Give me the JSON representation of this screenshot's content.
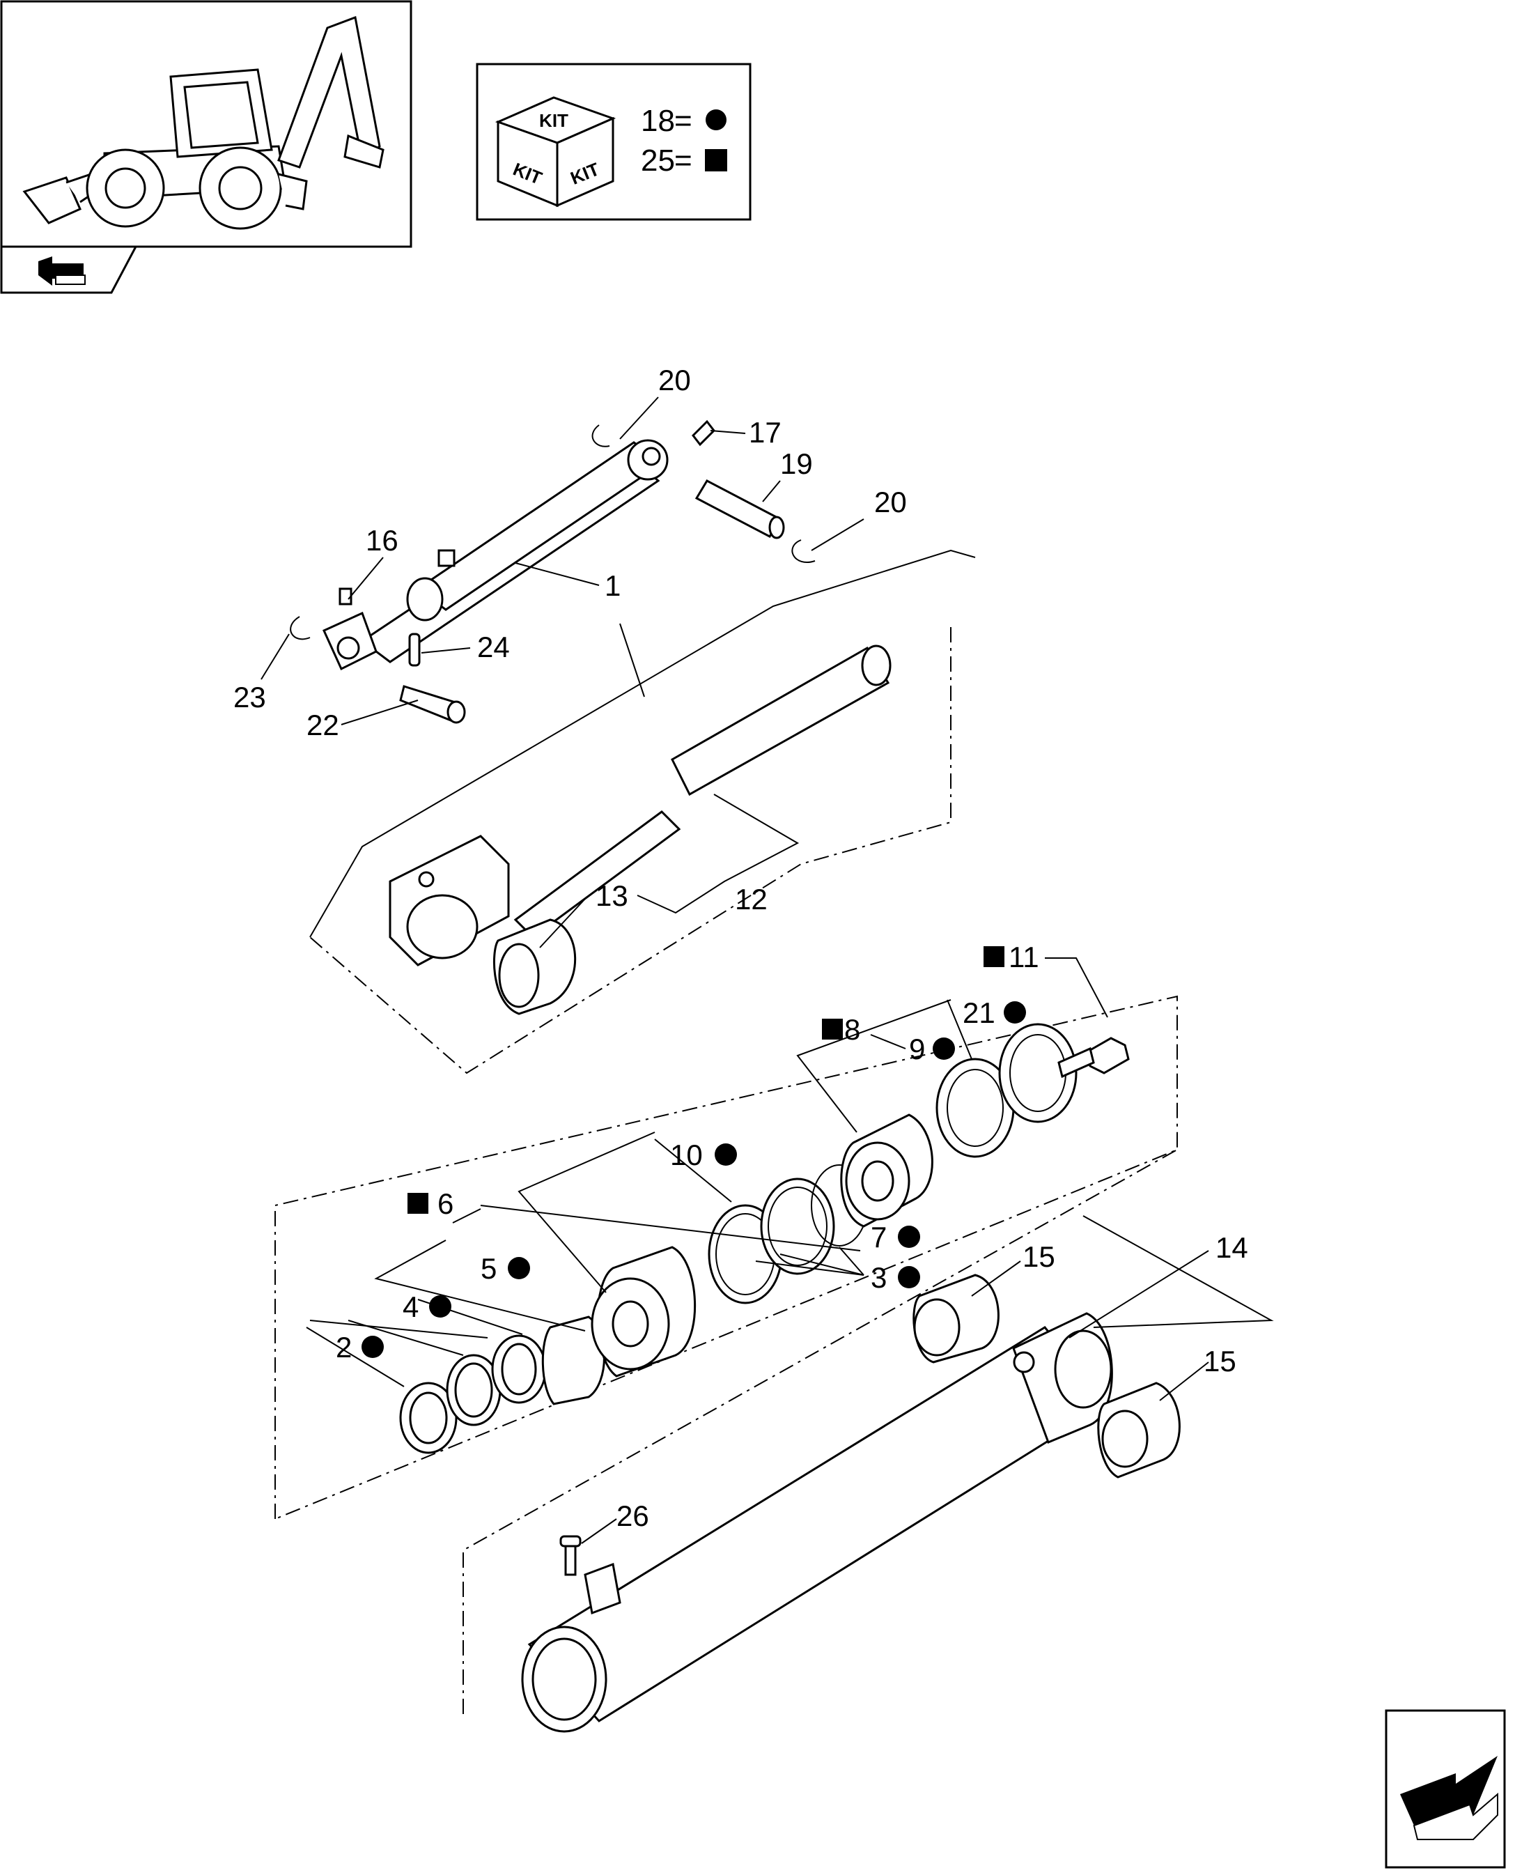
{
  "kit_legend": {
    "kit_box_label": "KIT",
    "kit_side_left": "KIT",
    "kit_side_right": "KIT",
    "entries": [
      {
        "number": "18",
        "symbol": "circle"
      },
      {
        "number": "25",
        "symbol": "square"
      }
    ]
  },
  "callouts": {
    "p1": "1",
    "p2": "2",
    "p3": "3",
    "p4": "4",
    "p5": "5",
    "p6": "6",
    "p7": "7",
    "p8": "8",
    "p9": "9",
    "p10": "10",
    "p11": "11",
    "p12": "12",
    "p13": "13",
    "p14": "14",
    "p15a": "15",
    "p15b": "15",
    "p16": "16",
    "p17": "17",
    "p19": "19",
    "p20a": "20",
    "p20b": "20",
    "p21": "21",
    "p22": "22",
    "p23": "23",
    "p24": "24",
    "p26": "26"
  },
  "icons": {
    "machine": "backhoe-loader-thumbnail",
    "back": "back-arrow-icon",
    "forward": "forward-arrow-icon"
  }
}
